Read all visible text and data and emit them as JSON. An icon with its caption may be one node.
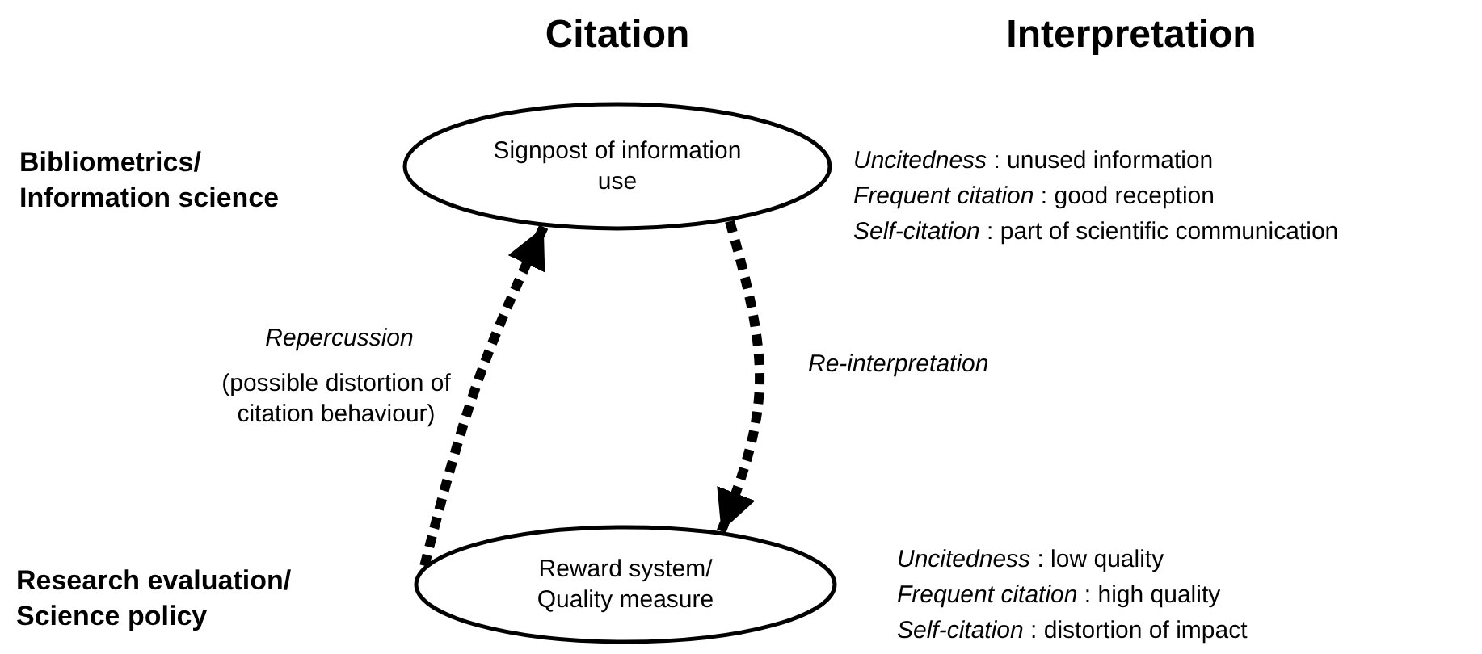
{
  "diagram": {
    "nodes": [
      {
        "text": [
          "Signpost of information use"
        ]
      },
      {
        "text": [
          "Reward system/ Quality measure"
        ]
      }
    ],
    "edges": [
      {
        "from": 1,
        "to": 0,
        "arrow": "to",
        "style": "dashed",
        "label": "Repercussion"
      },
      {
        "from": 0,
        "to": 1,
        "arrow": "to",
        "style": "dashed",
        "label": "Re-interpretation"
      }
    ],
    "labels": [
      "Citation",
      "Interpretation",
      "Bibliometrics/ Information science",
      "*Uncitedness* : unused information",
      "*Frequent citation* : good reception",
      "*Self-citation* : part of scientific communication",
      "(possible distortion of citation behaviour)",
      "Research evaluation/ Science policy",
      "*Uncitedness* : low quality",
      "*Frequent citation* : high quality",
      "*Self-citation* : distortion of impact"
    ]
  }
}
